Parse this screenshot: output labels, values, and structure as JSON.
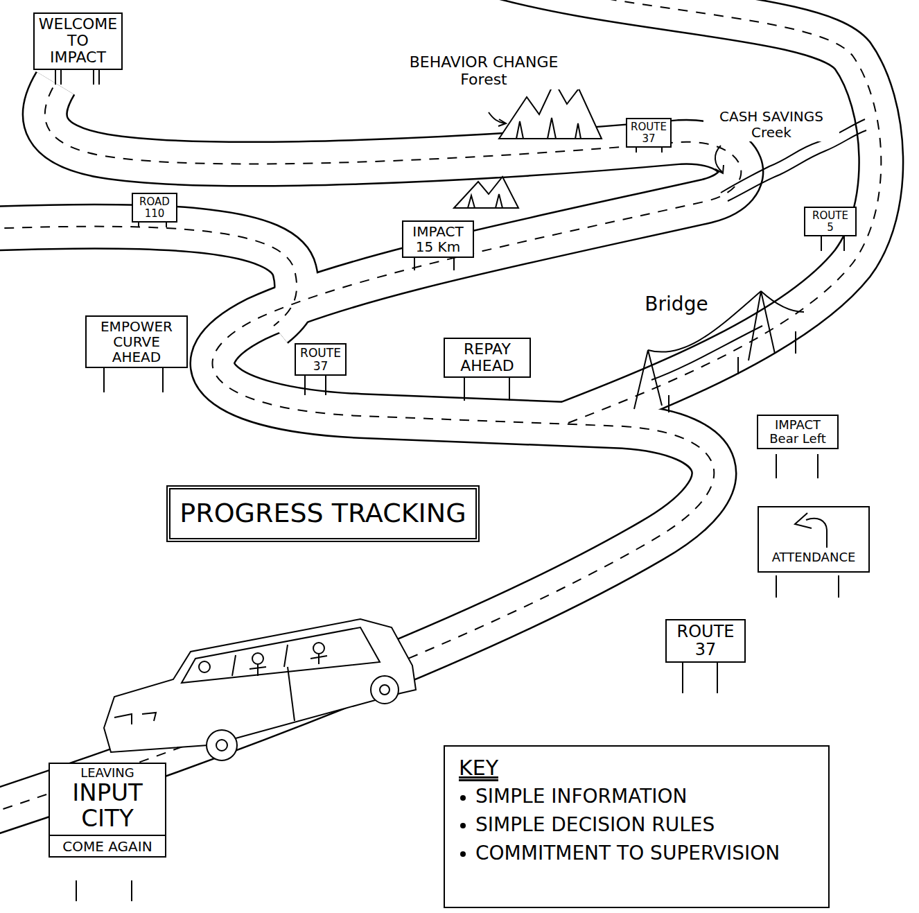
{
  "diagram": {
    "nodes": [
      {
        "text": [
          "WELCOME TO IMPACT"
        ]
      },
      {
        "text": [
          "ROUTE 37"
        ]
      },
      {
        "text": [
          "ROAD 110"
        ]
      },
      {
        "text": [
          "IMPACT 15 Km"
        ]
      },
      {
        "text": [
          "ROUTE 5"
        ]
      },
      {
        "text": [
          "EMPOWER CURVE AHEAD"
        ]
      },
      {
        "text": [
          "ROUTE 37"
        ]
      },
      {
        "text": [
          "REPAY AHEAD"
        ]
      },
      {
        "text": [
          "IMPACT Bear Left"
        ]
      },
      {
        "text": [
          "PROGRESS TRACKING"
        ]
      },
      {
        "text": [
          "ATTENDANCE"
        ]
      },
      {
        "text": [
          "ROUTE 37"
        ]
      },
      {
        "text": [
          "LEAVING",
          "INPUT CITY",
          "COME AGAIN"
        ]
      },
      {
        "text": [
          "KEY",
          "SIMPLE INFORMATION",
          "SIMPLE DECISION RULES",
          "COMMITMENT TO SUPERVISION"
        ]
      }
    ],
    "labels": [
      "BEHAVIOR CHANGE Forest",
      "CASH SAVINGS Creek",
      "Bridge"
    ]
  }
}
